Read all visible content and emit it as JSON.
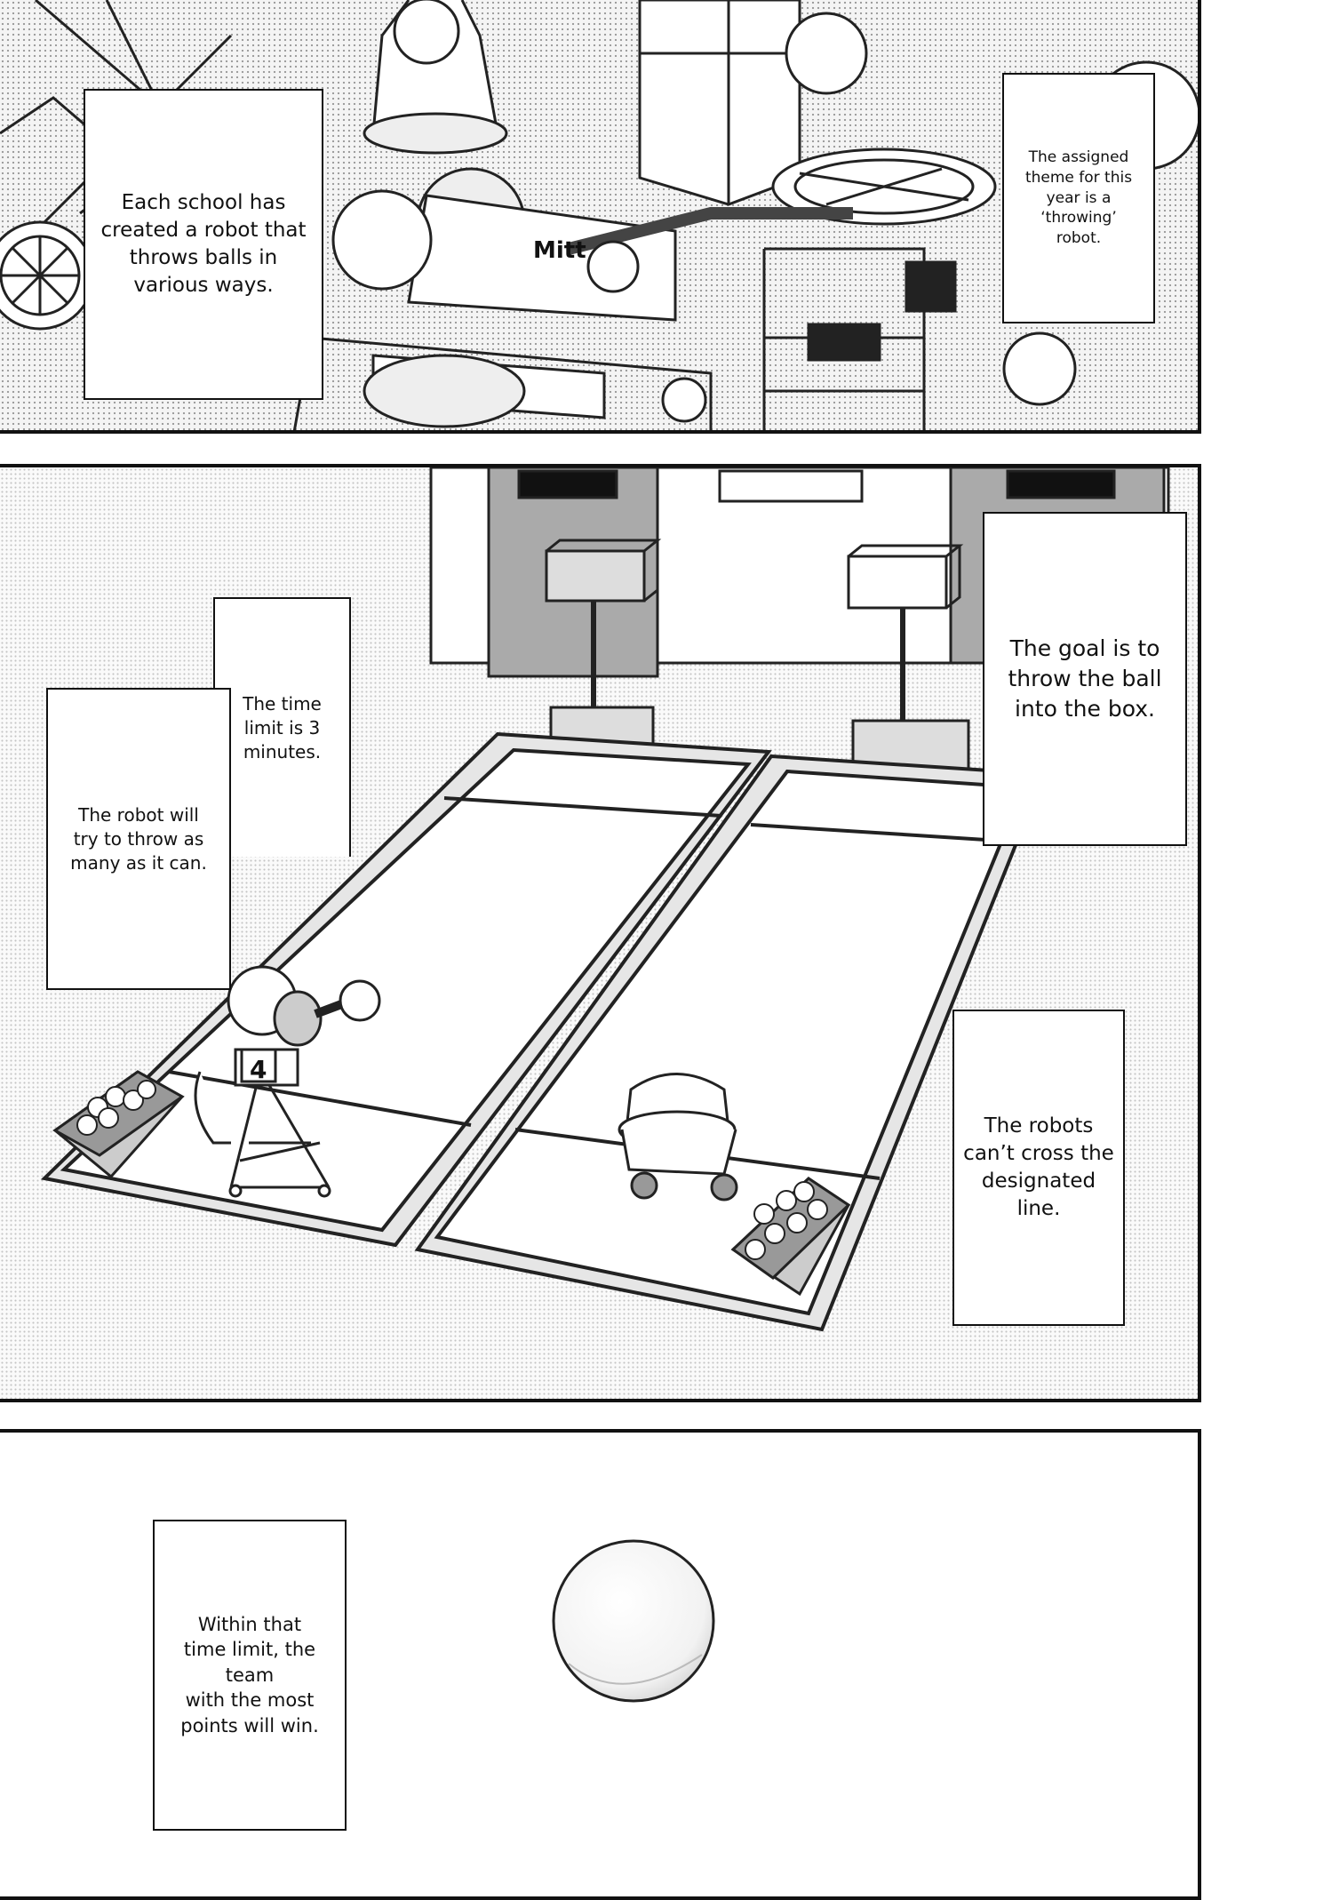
{
  "panels": {
    "top": {
      "caption_left": "Each school has\ncreated a robot that\nthrows balls in\nvarious ways.",
      "caption_right": "The assigned\ntheme for this\nyear is a\n‘throwing’\nrobot.",
      "label_text": "Mitt"
    },
    "middle": {
      "caption_time": "The time\nlimit is 3\nminutes.",
      "caption_robot": "The robot will\ntry to throw as\nmany as it can.",
      "caption_goal": "The goal is to\nthrow the ball\ninto the box.",
      "caption_line": "The robots\ncan’t cross the\ndesignated line.",
      "robot_number": "4"
    },
    "bottom": {
      "caption": "Within that\ntime limit, the team\nwith the most\npoints will win."
    }
  }
}
